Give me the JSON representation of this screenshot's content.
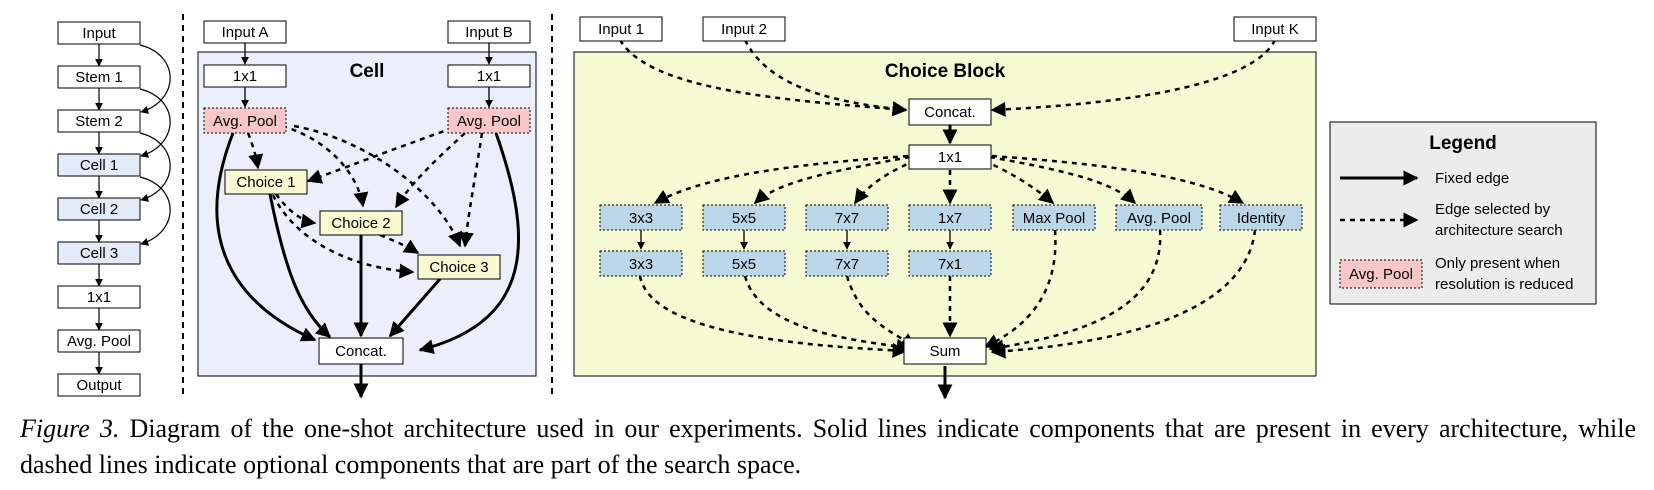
{
  "network": {
    "nodes": [
      "Input",
      "Stem 1",
      "Stem 2",
      "Cell 1",
      "Cell 2",
      "Cell 3",
      "1x1",
      "Avg. Pool",
      "Output"
    ]
  },
  "cell": {
    "title": "Cell",
    "input_a": "Input A",
    "input_b": "Input B",
    "conv_a": "1x1",
    "conv_b": "1x1",
    "pool_a": "Avg. Pool",
    "pool_b": "Avg. Pool",
    "choice1": "Choice 1",
    "choice2": "Choice 2",
    "choice3": "Choice 3",
    "concat": "Concat."
  },
  "choice_block": {
    "title": "Choice Block",
    "inputs": [
      "Input 1",
      "Input 2",
      "Input K"
    ],
    "concat": "Concat.",
    "conv": "1x1",
    "ops_top": [
      "3x3",
      "5x5",
      "7x7",
      "1x7",
      "Max Pool",
      "Avg. Pool",
      "Identity"
    ],
    "ops_bottom": [
      "3x3",
      "5x5",
      "7x7",
      "7x1"
    ],
    "sum": "Sum"
  },
  "legend": {
    "title": "Legend",
    "fixed": "Fixed edge",
    "selected_line1": "Edge selected by",
    "selected_line2": "architecture search",
    "pool_sample": "Avg. Pool",
    "pool_line1": "Only present when",
    "pool_line2": "resolution is reduced"
  },
  "caption": {
    "label": "Figure 3.",
    "text": "Diagram of the one-shot architecture used in our experiments.  Solid lines indicate components that are present in every architecture, while dashed lines indicate optional components that are part of the search space."
  },
  "colors": {
    "cell_bg": "#eaeffb",
    "choice_block_bg": "#f6fbd3",
    "blue_node": "#e3ebf8",
    "pool_red": "#f7c6c6",
    "choice_yellow": "#fafad2",
    "op_blue": "#bcd6e9",
    "legend_bg": "#ececec"
  }
}
